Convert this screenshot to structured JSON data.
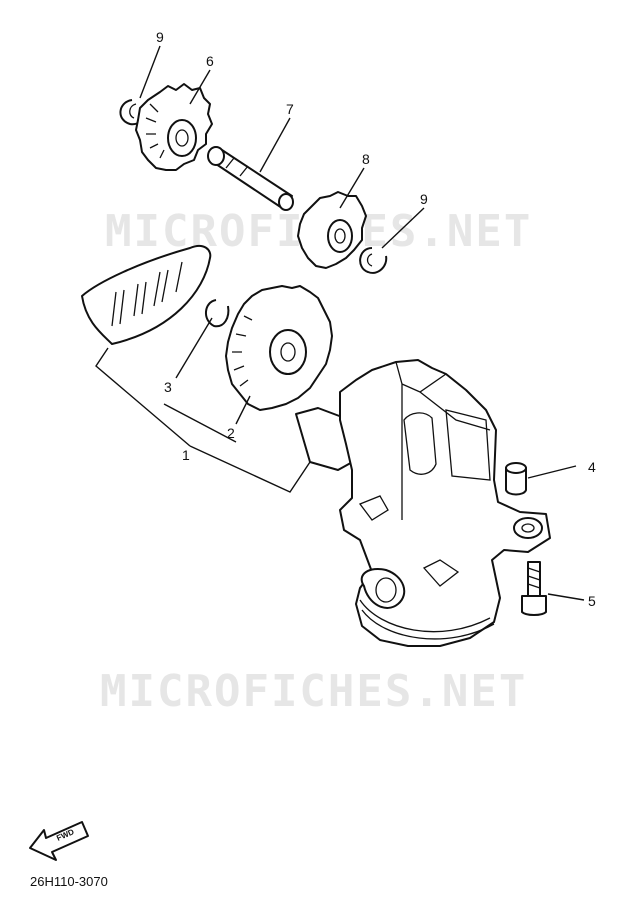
{
  "watermark": "MICROFICHES.NET",
  "callouts": {
    "c1": "1",
    "c2": "2",
    "c3": "3",
    "c4": "4",
    "c5": "5",
    "c6": "6",
    "c7": "7",
    "c8": "8",
    "c9a": "9",
    "c9b": "9"
  },
  "fwd_label": "FWD",
  "diagram_code": "26H110-3070"
}
